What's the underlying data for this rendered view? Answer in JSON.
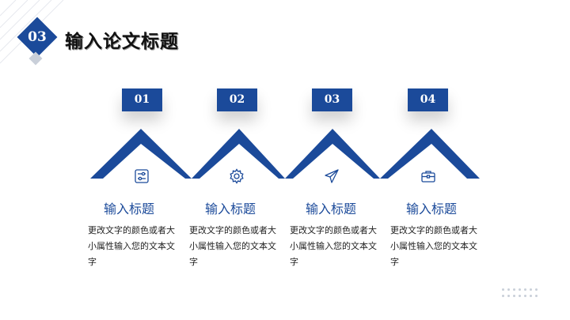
{
  "header": {
    "section_number": "03",
    "title": "输入论文标题"
  },
  "colors": {
    "accent": "#1b4a9a",
    "muted": "#c9cfd9"
  },
  "steps": [
    {
      "number": "01",
      "icon": "sliders-icon",
      "title": "输入标题",
      "description": "更改文字的颜色或者大小属性输入您的文本文字"
    },
    {
      "number": "02",
      "icon": "gear-icon",
      "title": "输入标题",
      "description": "更改文字的颜色或者大小属性输入您的文本文字"
    },
    {
      "number": "03",
      "icon": "paper-plane-icon",
      "title": "输入标题",
      "description": "更改文字的颜色或者大小属性输入您的文本文字"
    },
    {
      "number": "04",
      "icon": "briefcase-icon",
      "title": "输入标题",
      "description": "更改文字的颜色或者大小属性输入您的文本文字"
    }
  ]
}
